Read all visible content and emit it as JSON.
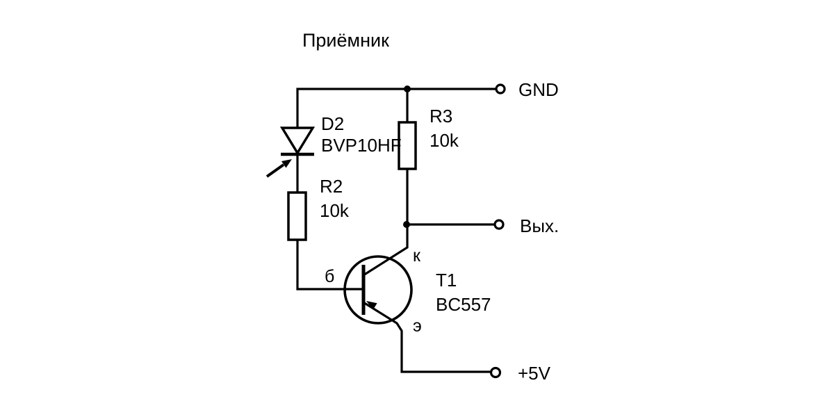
{
  "title": "Приёмник",
  "colors": {
    "background": "#ffffff",
    "line": "#000000",
    "text": "#000000"
  },
  "terminals": {
    "gnd": {
      "label": "GND"
    },
    "out": {
      "label": "Вых."
    },
    "vcc": {
      "label": "+5V"
    }
  },
  "components": {
    "photodiode": {
      "ref": "D2",
      "part": "BVP10HF"
    },
    "r2": {
      "ref": "R2",
      "value": "10k"
    },
    "r3": {
      "ref": "R3",
      "value": "10k"
    },
    "transistor": {
      "ref": "T1",
      "part": "BC557",
      "pins": {
        "base": "б",
        "collector": "к",
        "emitter": "э"
      }
    }
  }
}
